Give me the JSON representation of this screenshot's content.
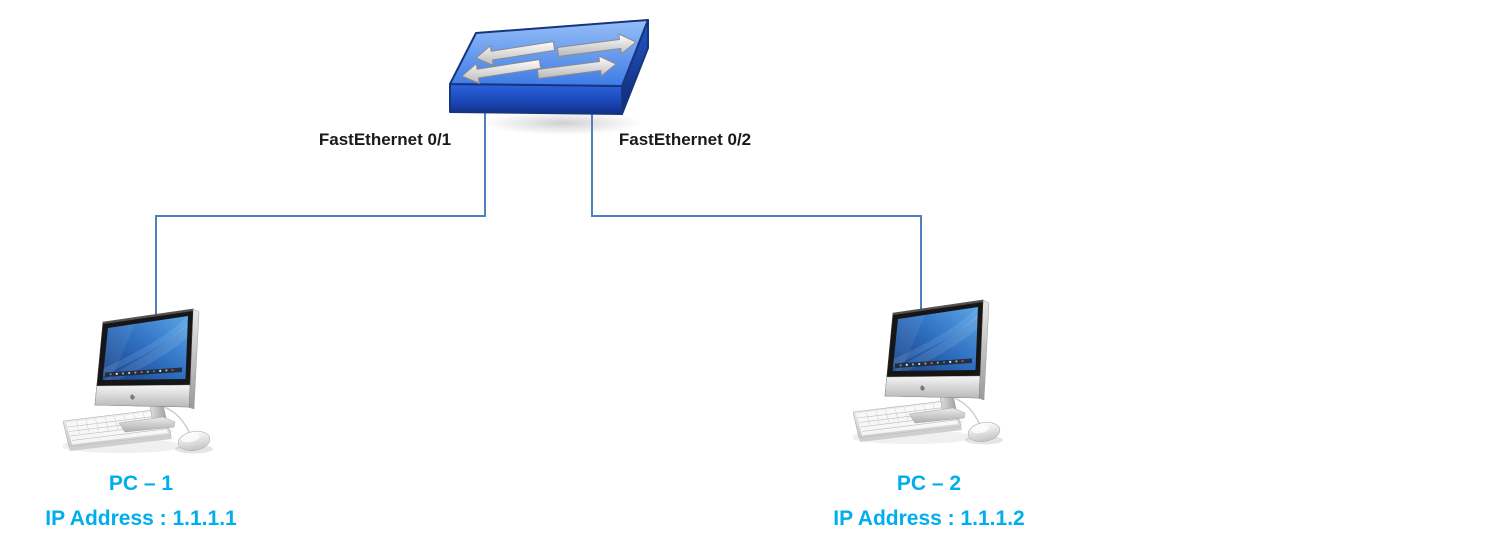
{
  "canvas": {
    "background": "#ffffff"
  },
  "switch": {
    "icon": "ethernet-switch-icon",
    "colors": {
      "top": "#6ea3f0",
      "front": "#1e4fc4",
      "outline": "#16357f",
      "arrows": "#d9d9d9"
    }
  },
  "links": [
    {
      "id": "link-1",
      "label": "FastEthernet 0/1",
      "color": "#4f81bd"
    },
    {
      "id": "link-2",
      "label": "FastEthernet 0/2",
      "color": "#4f81bd"
    }
  ],
  "pcs": [
    {
      "id": "pc-1",
      "icon": "imac-computer-icon",
      "name": "PC – 1",
      "ip_label": "IP Address : 1.1.1.1",
      "label_color": "#00aeef"
    },
    {
      "id": "pc-2",
      "icon": "imac-computer-icon",
      "name": "PC – 2",
      "ip_label": "IP Address : 1.1.1.2",
      "label_color": "#00aeef"
    }
  ]
}
